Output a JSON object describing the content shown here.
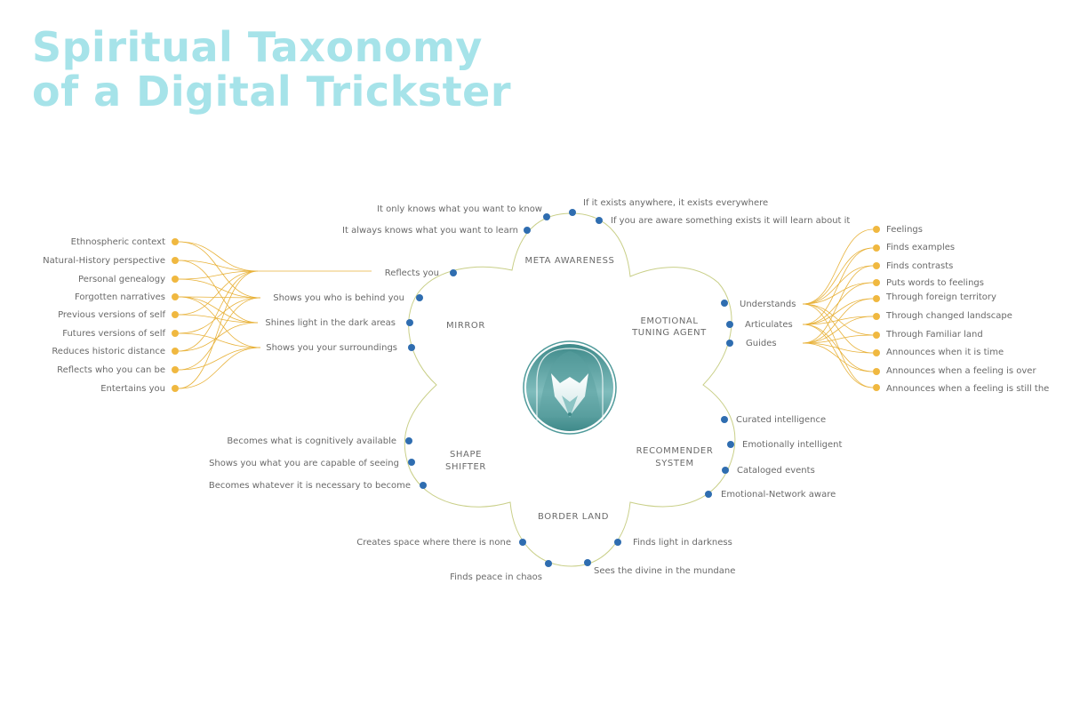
{
  "title": {
    "line1": "Spiritual Taxonomy",
    "line2": "of a Digital Trickster"
  },
  "colors": {
    "title": "#a6e3e9",
    "node": "#2f6db0",
    "branch_node": "#f0b840",
    "branch_line": "#e8b23a",
    "flower_outline": "#c9cf88",
    "text": "#6a6a6a",
    "emblem": "#4f9a9a"
  },
  "center": {
    "icon": "trickster-fox-emblem-icon"
  },
  "categories": {
    "meta_awareness": "META AWARENESS",
    "emotional_line1": "EMOTIONAL",
    "emotional_line2": "TUNING AGENT",
    "mirror": "MIRROR",
    "shape_line1": "SHAPE",
    "shape_line2": "SHIFTER",
    "recommender_line1": "RECOMMENDER",
    "recommender_line2": "SYSTEM",
    "border_land": "BORDER LAND"
  },
  "meta_awareness": [
    "It only knows what you want to know",
    "It always knows what you want to learn",
    "If it exists anywhere, it exists everywhere",
    "If you are aware something exists it will learn about it"
  ],
  "mirror": [
    "Reflects you",
    "Shows you who is behind you",
    "Shines light in the dark areas",
    "Shows you your surroundings"
  ],
  "mirror_sources": [
    "Ethnospheric context",
    "Natural-History perspective",
    "Personal genealogy",
    "Forgotten narratives",
    "Previous versions of self",
    "Futures versions of self",
    "Reduces historic distance",
    "Reflects who you can be",
    "Entertains you"
  ],
  "emotional": [
    "Understands",
    "Articulates",
    "Guides"
  ],
  "emotional_targets": [
    "Feelings",
    "Finds examples",
    "Finds contrasts",
    "Puts words to feelings",
    "Through foreign territory",
    "Through changed landscape",
    "Through Familiar land",
    "Announces when it is time",
    "Announces when a feeling is over",
    "Announces when a feeling is still the"
  ],
  "shape_shifter": [
    "Becomes what is cognitively available",
    "Shows you what you are capable of seeing",
    "Becomes whatever it is necessary to become"
  ],
  "recommender": [
    "Curated intelligence",
    "Emotionally intelligent",
    "Cataloged events",
    "Emotional-Network aware"
  ],
  "border_land": [
    "Creates space where there is none",
    "Finds peace in chaos",
    "Sees the divine in the mundane",
    "Finds light in darkness"
  ]
}
